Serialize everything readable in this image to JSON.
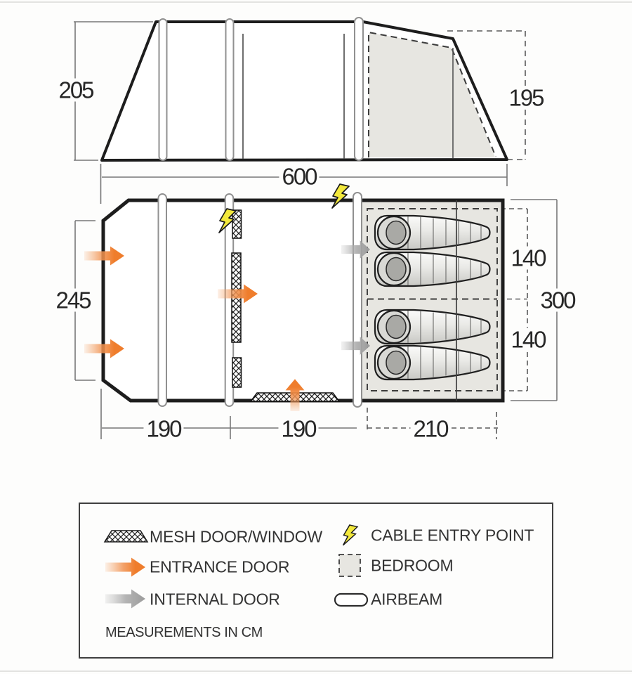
{
  "diagram": {
    "type": "tent-specification",
    "views": [
      "side-elevation",
      "floor-plan"
    ]
  },
  "side_view": {
    "dims": {
      "height_left": "205",
      "height_right": "195",
      "width": "600"
    }
  },
  "floor_plan": {
    "dims": {
      "living_depth": "245",
      "bedroom_total": "300",
      "bedroom_upper": "140",
      "bedroom_lower": "140",
      "bay_left": "190",
      "bay_mid": "190",
      "bedroom_depth": "210"
    }
  },
  "legend": {
    "items": [
      {
        "icon": "mesh-swatch-icon",
        "label": "MESH DOOR/WINDOW"
      },
      {
        "icon": "entrance-arrow-icon",
        "label": "ENTRANCE DOOR"
      },
      {
        "icon": "internal-arrow-icon",
        "label": "INTERNAL DOOR"
      },
      {
        "icon": "cable-bolt-icon",
        "label": "CABLE ENTRY POINT"
      },
      {
        "icon": "bedroom-swatch-icon",
        "label": "BEDROOM"
      },
      {
        "icon": "airbeam-pill-icon",
        "label": "AIRBEAM"
      }
    ],
    "note": "MEASUREMENTS IN CM"
  },
  "colors": {
    "entrance_orange": "#ef7d2c",
    "internal_gray": "#9b9b9b",
    "cable_yellow": "#f3e93c",
    "bedroom_fill": "#e7e6e1",
    "outline_black": "#1d1d1d",
    "dim_line_gray": "#777777"
  }
}
